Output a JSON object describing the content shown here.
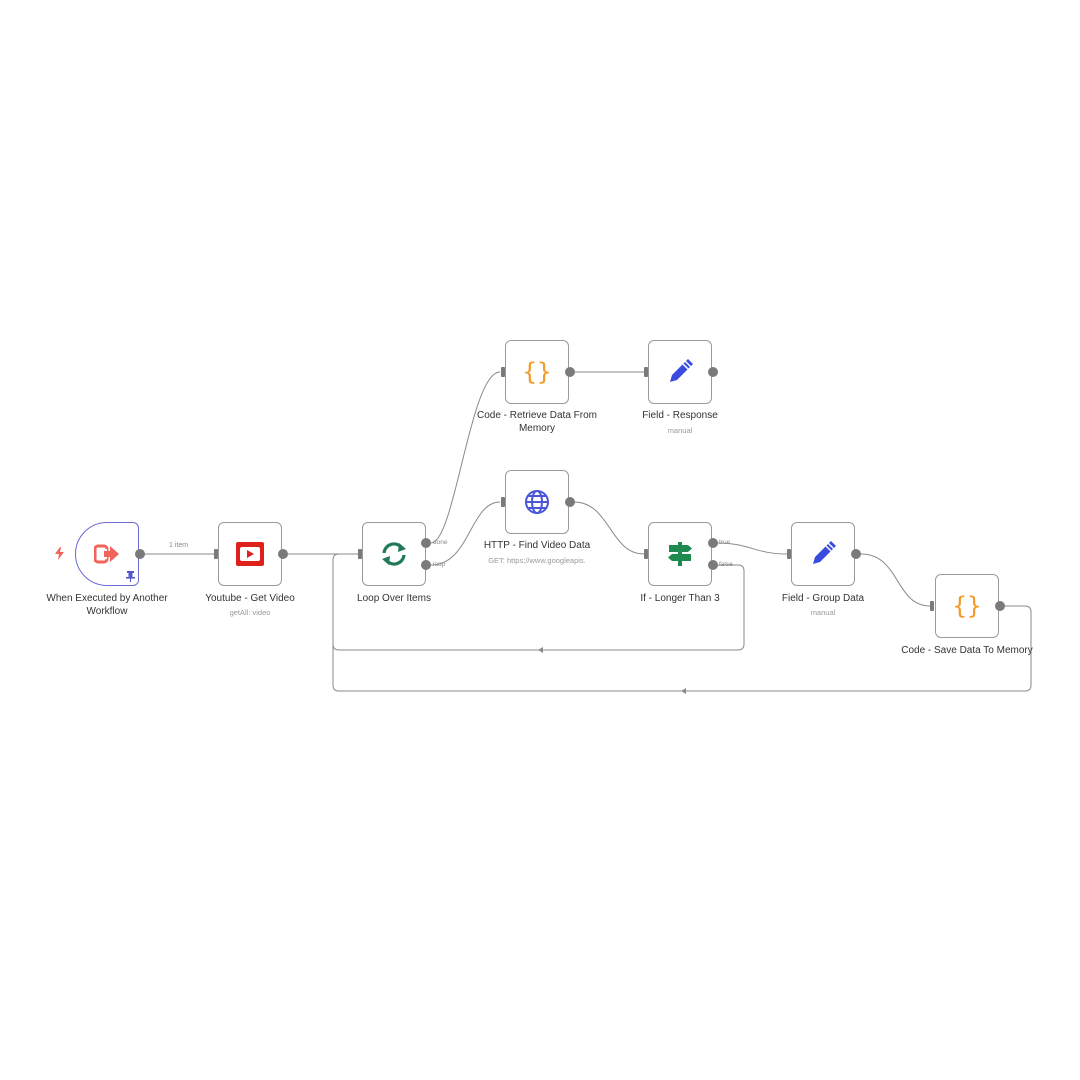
{
  "workflow": {
    "nodes": {
      "trigger": {
        "label": "When Executed by Another Workflow",
        "icon": "workflow-exit-icon",
        "color": "#f0645a"
      },
      "youtube": {
        "label": "Youtube - Get Video",
        "sub": "getAll: video",
        "icon": "youtube-icon",
        "color": "#e0211b"
      },
      "loop": {
        "label": "Loop Over Items",
        "icon": "loop-icon",
        "color": "#1f7a57",
        "ports": {
          "done": "done",
          "loop": "loop"
        }
      },
      "code_retrieve": {
        "label": "Code - Retrieve Data From Memory",
        "icon": "code-braces-icon",
        "color": "#f39a28"
      },
      "field_response": {
        "label": "Field - Response",
        "sub": "manual",
        "icon": "pencil-icon",
        "color": "#3a4be0"
      },
      "http": {
        "label": "HTTP - Find Video Data",
        "sub": "GET: https://www.googleapis.",
        "icon": "globe-icon",
        "color": "#4a55d8"
      },
      "if": {
        "label": "If - Longer Than 3",
        "icon": "signpost-icon",
        "color": "#1f8a4f",
        "ports": {
          "true": "true",
          "false": "false"
        }
      },
      "field_group": {
        "label": "Field - Group Data",
        "sub": "manual",
        "icon": "pencil-icon",
        "color": "#3a4be0"
      },
      "code_save": {
        "label": "Code - Save Data To Memory",
        "icon": "code-braces-icon",
        "color": "#f39a28"
      }
    },
    "edges": {
      "trigger_to_youtube_label": "1 item"
    },
    "colors": {
      "wire": "#8a8a8a",
      "trigger_bolt": "#f0645a",
      "trigger_border": "#6b6bd6",
      "pin": "#5555cc"
    }
  }
}
